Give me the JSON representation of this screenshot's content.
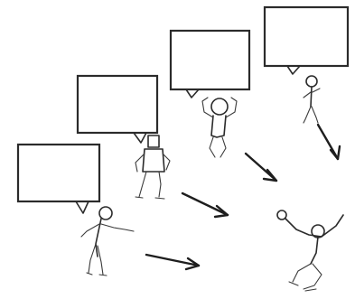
{
  "diagram": {
    "panels": [
      {
        "id": 1,
        "text": ""
      },
      {
        "id": 2,
        "text": ""
      },
      {
        "id": 3,
        "text": ""
      },
      {
        "id": 4,
        "text": ""
      }
    ],
    "figures": [
      "standing-figure",
      "robot-figure",
      "flexing-figure",
      "small-standing-figure",
      "jumping-figure"
    ],
    "arrows": [
      "arrow-bottom",
      "arrow-middle",
      "arrow-upper-middle",
      "arrow-top-right"
    ],
    "colors": {
      "ink": "#2b2b2b",
      "background": "#ffffff"
    }
  }
}
